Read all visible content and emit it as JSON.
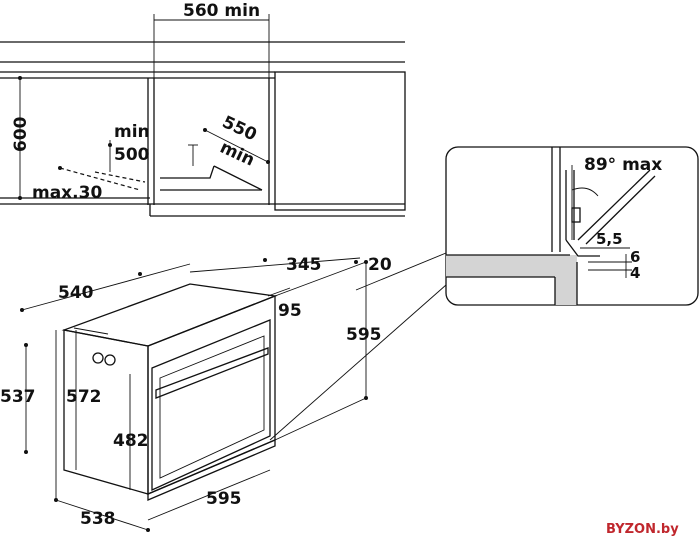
{
  "labels": {
    "niche_width": "560 min",
    "niche_height": "600",
    "min_text": "min",
    "min_500": "500",
    "max30": "max.30",
    "depth_550": "550",
    "depth_min": "min",
    "oven_depth_540": "540",
    "depth_345": "345",
    "depth_20": "20",
    "depth_95": "95",
    "front_height_595": "595",
    "side_height_537": "537",
    "side_height_572": "572",
    "door_height_482": "482",
    "bottom_width_595": "595",
    "bottom_depth_538": "538",
    "angle_89": "89° max",
    "detail_55": "5,5",
    "detail_6": "6",
    "detail_4": "4"
  },
  "watermark": "BYZON.by"
}
